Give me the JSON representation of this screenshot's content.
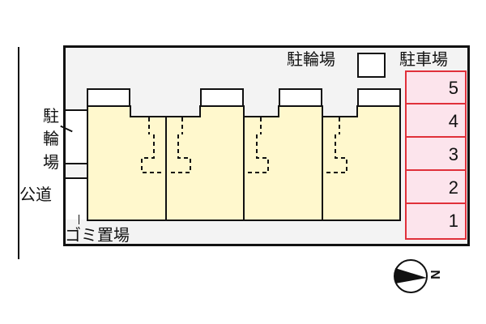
{
  "labels": {
    "public_road": "公道",
    "bicycle_parking_left": [
      "駐",
      "輪",
      "場"
    ],
    "bicycle_parking_top": "駐輪場",
    "parking_lot": "駐車場",
    "garbage_area": "ゴミ置場",
    "compass_letter": "N"
  },
  "parking_stalls": [
    "5",
    "4",
    "3",
    "2",
    "1"
  ],
  "units": 4,
  "colors": {
    "site_fill": "#f3f3f3",
    "building_fill": "#fff8cd",
    "parking_fill": "#fce4ec",
    "parking_border": "#e0303a",
    "line": "#111111"
  }
}
